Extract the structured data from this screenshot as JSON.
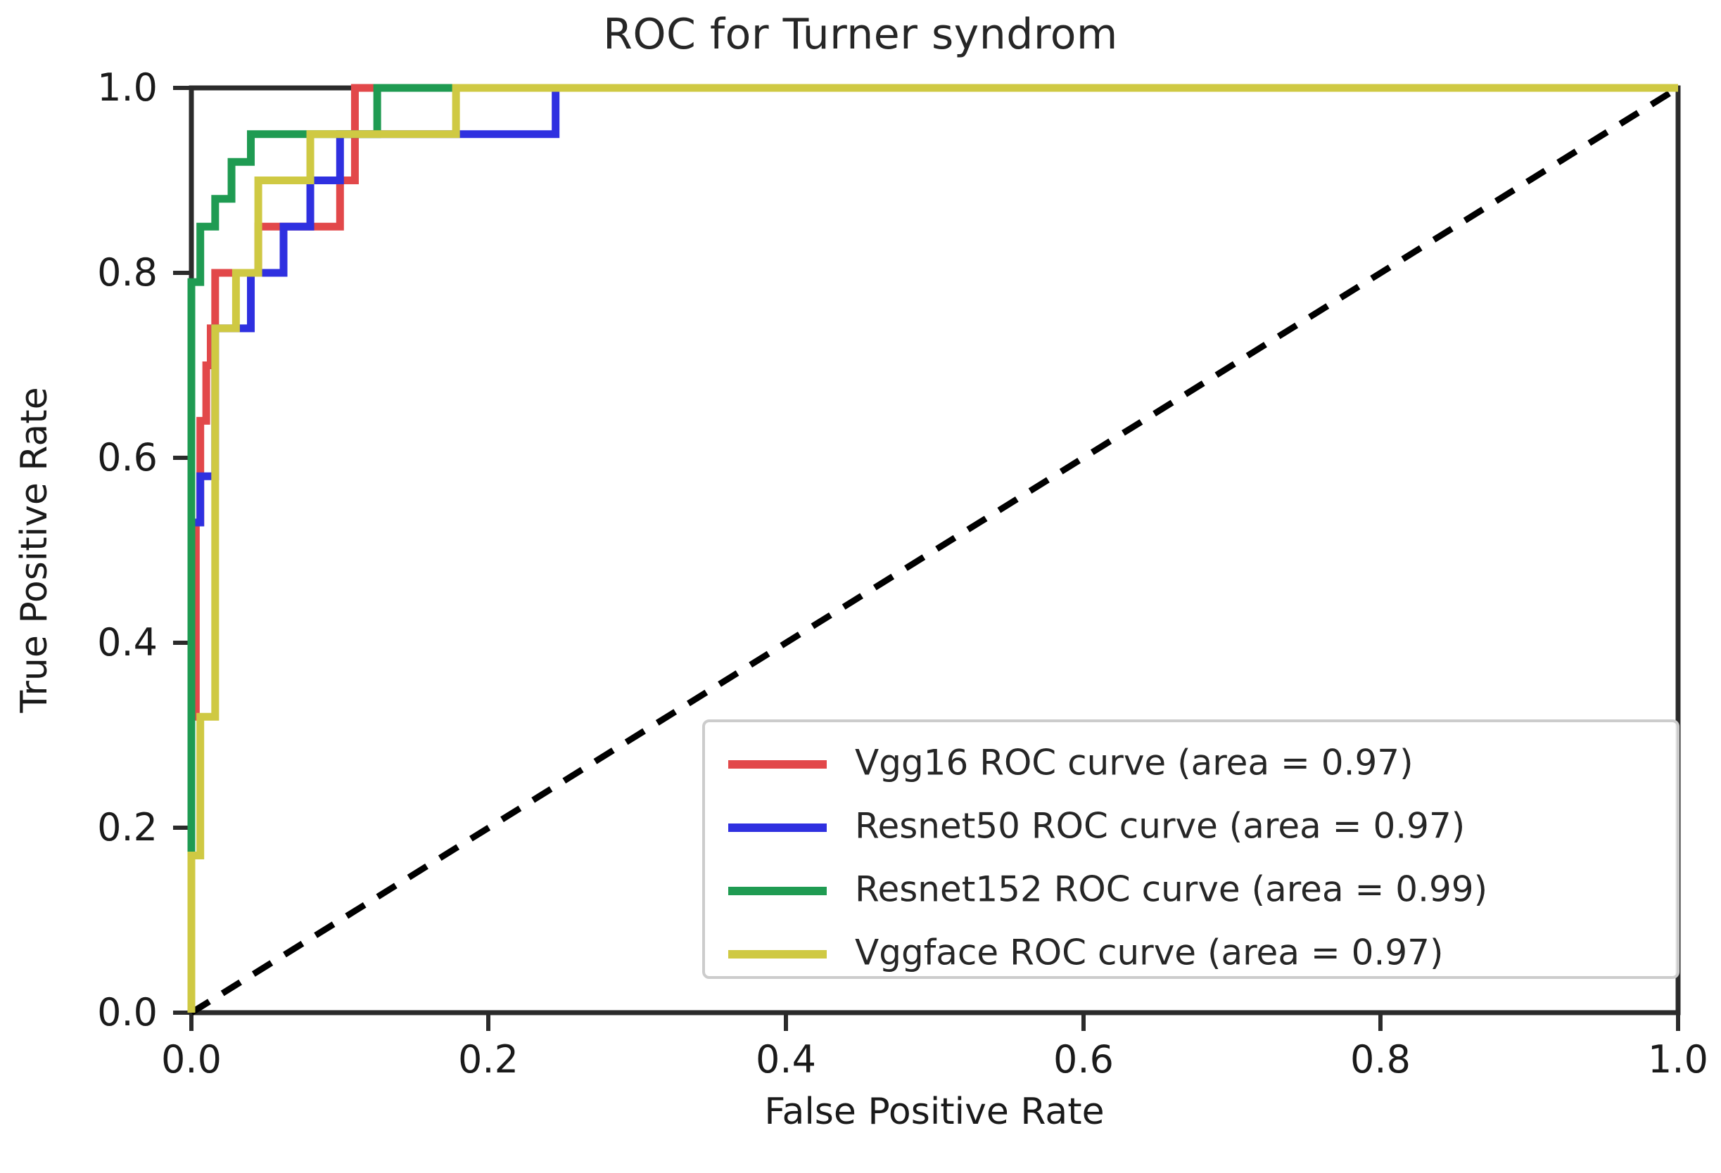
{
  "chart_data": {
    "type": "line",
    "title": "ROC for Turner syndrom",
    "xlabel": "False Positive Rate",
    "ylabel": "True Positive Rate",
    "xlim": [
      0.0,
      1.0
    ],
    "ylim": [
      0.0,
      1.0
    ],
    "grid": false,
    "legend_position": "lower right",
    "xticks": [
      "0.0",
      "0.2",
      "0.4",
      "0.6",
      "0.8",
      "1.0"
    ],
    "xtick_values": [
      0.0,
      0.2,
      0.4,
      0.6,
      0.8,
      1.0
    ],
    "yticks": [
      "0.0",
      "0.2",
      "0.4",
      "0.6",
      "0.8",
      "1.0"
    ],
    "ytick_values": [
      0.0,
      0.2,
      0.4,
      0.6,
      0.8,
      1.0
    ],
    "series": [
      {
        "name": "Vgg16 ROC curve (area = 0.97)",
        "model": "Vgg16",
        "area": 0.97,
        "color": "#e2484a",
        "x": [
          0.0,
          0.0,
          0.0,
          0.0,
          0.003,
          0.003,
          0.006,
          0.006,
          0.01,
          0.01,
          0.013,
          0.013,
          0.016,
          0.016,
          0.045,
          0.045,
          0.1,
          0.1,
          0.11,
          0.11,
          1.0
        ],
        "y": [
          0.0,
          0.21,
          0.3,
          0.32,
          0.32,
          0.53,
          0.53,
          0.64,
          0.64,
          0.7,
          0.7,
          0.74,
          0.74,
          0.8,
          0.8,
          0.85,
          0.85,
          0.9,
          0.9,
          1.0,
          1.0
        ]
      },
      {
        "name": "Resnet50 ROC curve (area = 0.97)",
        "model": "Resnet50",
        "area": 0.97,
        "color": "#2f30e0",
        "x": [
          0.0,
          0.0,
          0.006,
          0.006,
          0.016,
          0.016,
          0.04,
          0.04,
          0.062,
          0.062,
          0.08,
          0.08,
          0.1,
          0.1,
          0.245,
          0.245,
          1.0
        ],
        "y": [
          0.0,
          0.53,
          0.53,
          0.58,
          0.58,
          0.74,
          0.74,
          0.8,
          0.8,
          0.85,
          0.85,
          0.9,
          0.9,
          0.95,
          0.95,
          1.0,
          1.0
        ]
      },
      {
        "name": "Resnet152 ROC curve (area = 0.99)",
        "model": "Resnet152",
        "area": 0.99,
        "color": "#1f9b52",
        "x": [
          0.0,
          0.0,
          0.006,
          0.006,
          0.016,
          0.016,
          0.027,
          0.027,
          0.04,
          0.04,
          0.125,
          0.125,
          1.0
        ],
        "y": [
          0.0,
          0.79,
          0.79,
          0.85,
          0.85,
          0.88,
          0.88,
          0.92,
          0.92,
          0.95,
          0.95,
          1.0,
          1.0
        ]
      },
      {
        "name": "Vggface ROC curve (area = 0.97)",
        "model": "Vggface",
        "area": 0.97,
        "color": "#cfc943",
        "x": [
          0.0,
          0.0,
          0.0,
          0.006,
          0.006,
          0.016,
          0.016,
          0.03,
          0.03,
          0.045,
          0.045,
          0.08,
          0.08,
          0.178,
          0.178,
          1.0
        ],
        "y": [
          0.0,
          0.1,
          0.17,
          0.17,
          0.32,
          0.32,
          0.74,
          0.74,
          0.8,
          0.8,
          0.9,
          0.9,
          0.95,
          0.95,
          1.0,
          1.0
        ]
      }
    ],
    "reference_line": {
      "name": "chance-diagonal",
      "style": "dashed",
      "color": "#000000",
      "x": [
        0.0,
        1.0
      ],
      "y": [
        0.0,
        1.0
      ]
    }
  }
}
